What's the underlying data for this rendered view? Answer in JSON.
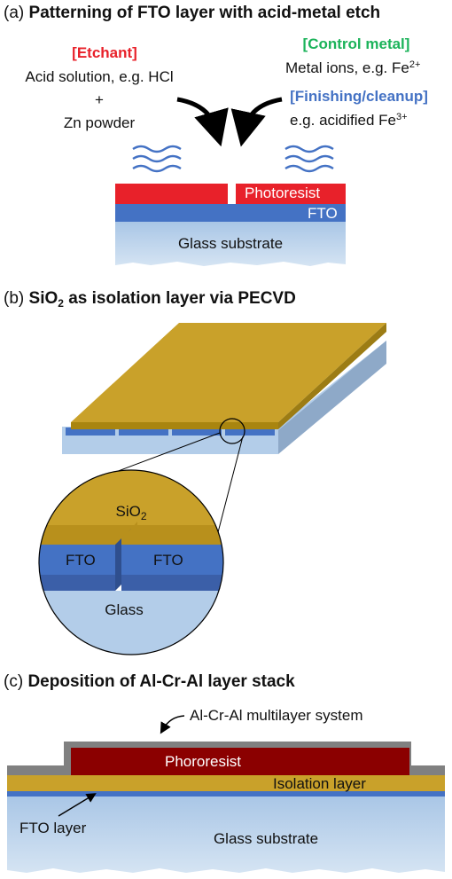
{
  "panel_a": {
    "letter": "(a)",
    "title": "Patterning of FTO layer with acid-metal etch",
    "etchant_heading": "[Etchant]",
    "etchant_line1": "Acid solution, e.g. HCl",
    "etchant_plus": "+",
    "etchant_line2": "Zn powder",
    "control_heading": "[Control metal]",
    "control_text": "Metal ions, e.g. Fe",
    "control_sup": "2+",
    "finishing_heading": "[Finishing/cleanup]",
    "finishing_text": "e.g. acidified Fe",
    "finishing_sup": "3+",
    "photoresist": "Photoresist",
    "fto": "FTO",
    "glass": "Glass substrate"
  },
  "panel_b": {
    "letter": "(b)",
    "title_pre": "SiO",
    "title_sub": "2",
    "title_post": " as isolation layer via PECVD",
    "sio2_pre": "SiO",
    "sio2_sub": "2",
    "fto_left": "FTO",
    "fto_right": "FTO",
    "glass": "Glass"
  },
  "panel_c": {
    "letter": "(c)",
    "title": "Deposition of Al-Cr-Al layer stack",
    "multilayer": "Al-Cr-Al multilayer system",
    "photoresist": "Phororesist",
    "isolation": "Isolation layer",
    "fto": "FTO layer",
    "glass": "Glass substrate"
  },
  "colors": {
    "red": "#e8212a",
    "green": "#1bb35a",
    "blue": "#4472c4",
    "fto_blue": "#4472c4",
    "glass": "#b3cde9",
    "sio2_gold": "#c9a12a",
    "dark_red": "#8b0000",
    "gray": "#808080"
  }
}
